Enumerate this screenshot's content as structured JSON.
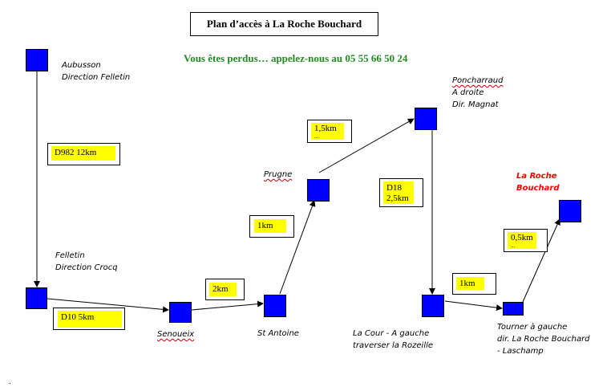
{
  "title": "Plan d’accès à La Roche Bouchard",
  "subtitle": "Vous êtes perdus… appelez-nous au 05 55 66 50 24",
  "places": {
    "aubusson": [
      "Aubusson",
      "Direction Felletin"
    ],
    "felletin": [
      "Felletin",
      "Direction Crocq"
    ],
    "senoueix": [
      "Senoueix"
    ],
    "st_antoine": [
      "St Antoine"
    ],
    "prugne": [
      "Prugne"
    ],
    "poncharraud": [
      "Poncharraud",
      "A droite",
      "Dir. Magnat"
    ],
    "la_cour": [
      "La Cour - A gauche",
      "traverser la Rozeille"
    ],
    "tourner": [
      "Tourner à gauche",
      "dir. La Roche Bouchard",
      "- Laschamp"
    ],
    "destination": [
      "La Roche",
      "Bouchard"
    ]
  },
  "distances": {
    "d982": "D982 12km",
    "d10": "D10 5km",
    "km2": "2km",
    "km1_a": "1km",
    "km15": [
      "1,5km",
      "..."
    ],
    "d18": [
      "D18",
      "2,5km"
    ],
    "km1_b": "1km",
    "km05": [
      "0,5km",
      "..."
    ]
  },
  "footer_mark": ".",
  "colors": {
    "node": "#0000ff",
    "highlight": "#ffff00",
    "subtitle": "#228B22",
    "destination": "#ff0000"
  }
}
